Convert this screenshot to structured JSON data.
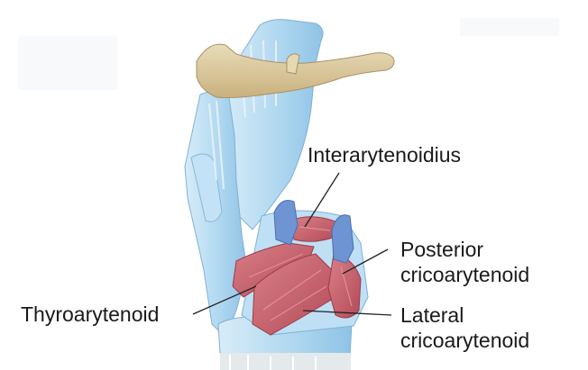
{
  "labels": {
    "interarytenoidius": "Interarytenoidius",
    "posterior_cricoarytenoid": [
      "Posterior",
      "cricoarytenoid"
    ],
    "thyroarytenoid": "Thyroarytenoid",
    "lateral_cricoarytenoid": [
      "Lateral",
      "cricoarytenoid"
    ]
  },
  "colors": {
    "cartilage_blue": "#a9d3ee",
    "cartilage_light": "#d7ebf7",
    "bone_tan": "#d6c49a",
    "muscle_red": "#c7606a",
    "muscle_dark": "#a8414f",
    "arytenoid_blue": "#6e94d4",
    "leader_line": "#222222"
  }
}
